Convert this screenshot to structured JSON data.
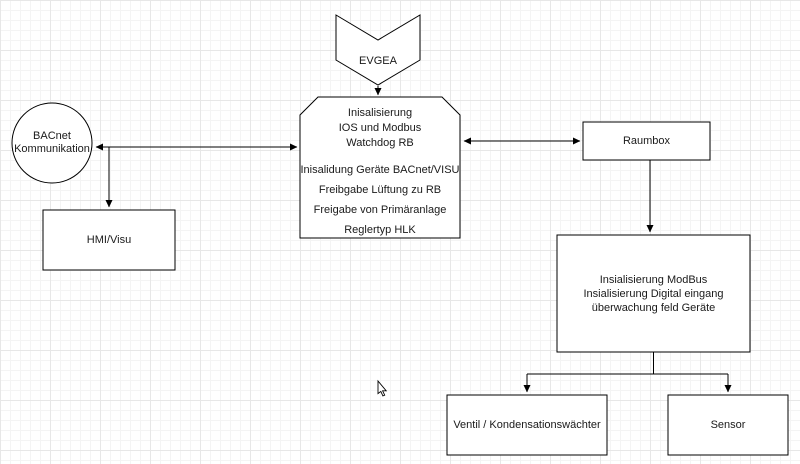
{
  "diagram": {
    "nodes": {
      "evgea": {
        "label": "EVGEA"
      },
      "bacnet": {
        "lines": [
          "BACnet",
          "Kommunikation"
        ]
      },
      "hmi": {
        "label": "HMI/Visu"
      },
      "main_process": {
        "init_lines": [
          "Inisalisierung",
          "IOS und Modbus",
          "Watchdog RB"
        ],
        "config_lines": [
          "Inisalidung Geräte BACnet/VISU",
          "Freibgabe Lüftung zu RB",
          "Freigabe von Primäranlage",
          "Reglertyp HLK"
        ]
      },
      "raumbox": {
        "label": "Raumbox"
      },
      "modbus": {
        "lines": [
          "Insialisierung ModBus",
          "Insialisierung Digital eingang",
          "überwachung feld Geräte"
        ]
      },
      "ventil": {
        "label": "Ventil / Kondensationswächter"
      },
      "sensor": {
        "label": "Sensor"
      }
    },
    "colors": {
      "shape_fill": "#ffffff",
      "shape_stroke": "#000000",
      "text": "#1a1a1a",
      "grid_major": "#e7e7e7",
      "grid_minor": "#f4f4f4"
    }
  }
}
